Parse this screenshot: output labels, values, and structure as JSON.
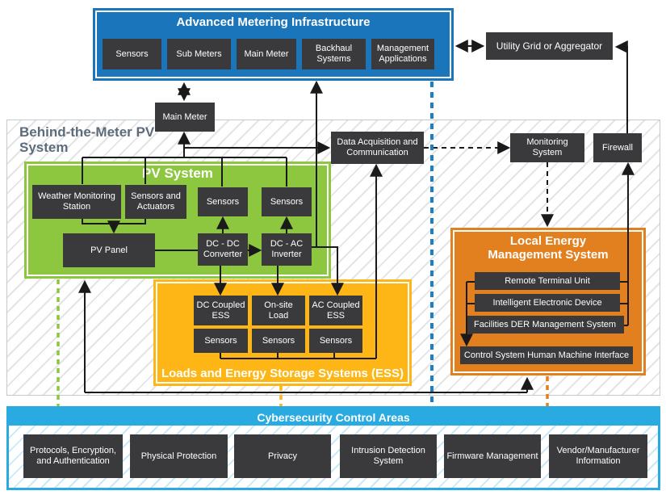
{
  "ami": {
    "title": "Advanced Metering Infrastructure",
    "items": [
      "Sensors",
      "Sub Meters",
      "Main Meter",
      "Backhaul Systems",
      "Management Applications"
    ]
  },
  "utility": {
    "label": "Utility Grid or Aggregator"
  },
  "main_meter": {
    "label": "Main Meter"
  },
  "btm_region": {
    "label": "Behind-the-Meter PV System"
  },
  "data_acq": {
    "label": "Data Acquisition and Communication"
  },
  "monitoring": {
    "label": "Monitoring System"
  },
  "firewall": {
    "label": "Firewall"
  },
  "pv_system": {
    "title": "PV System",
    "weather_station": "Weather Monitoring Station",
    "sensors_actuators": "Sensors and Actuators",
    "sensors": [
      "Sensors",
      "Sensors"
    ],
    "pv_panel": "PV Panel",
    "dc_dc_converter": "DC - DC Converter",
    "dc_ac_inverter": "DC - AC Inverter"
  },
  "ess": {
    "title": "Loads and Energy Storage Systems (ESS)",
    "dc_coupled": "DC Coupled ESS",
    "onsite_load": "On-site Load",
    "ac_coupled": "AC Coupled ESS",
    "sensors": [
      "Sensors",
      "Sensors",
      "Sensors"
    ]
  },
  "lems": {
    "title": "Local Energy Management System",
    "items": [
      "Remote Terminal Unit",
      "Intelligent Electronic Device",
      "Facilities DER Management System",
      "Control System Human Machine Interface"
    ]
  },
  "cyber": {
    "title": "Cybersecurity Control Areas",
    "items": [
      "Protocols, Encryption, and Authentication",
      "Physical Protection",
      "Privacy",
      "Intrusion Detection System",
      "Firmware Management",
      "Vendor/Manufacturer Information"
    ]
  },
  "colors": {
    "ami_blue": "#1b75bb",
    "cyan": "#29abe2",
    "green": "#8dc63f",
    "yellow": "#fdb616",
    "orange": "#e2801f",
    "dark_box": "#3a3a3c",
    "dashed_blue": "#1d80c6",
    "line_black": "#1a1a1a"
  }
}
